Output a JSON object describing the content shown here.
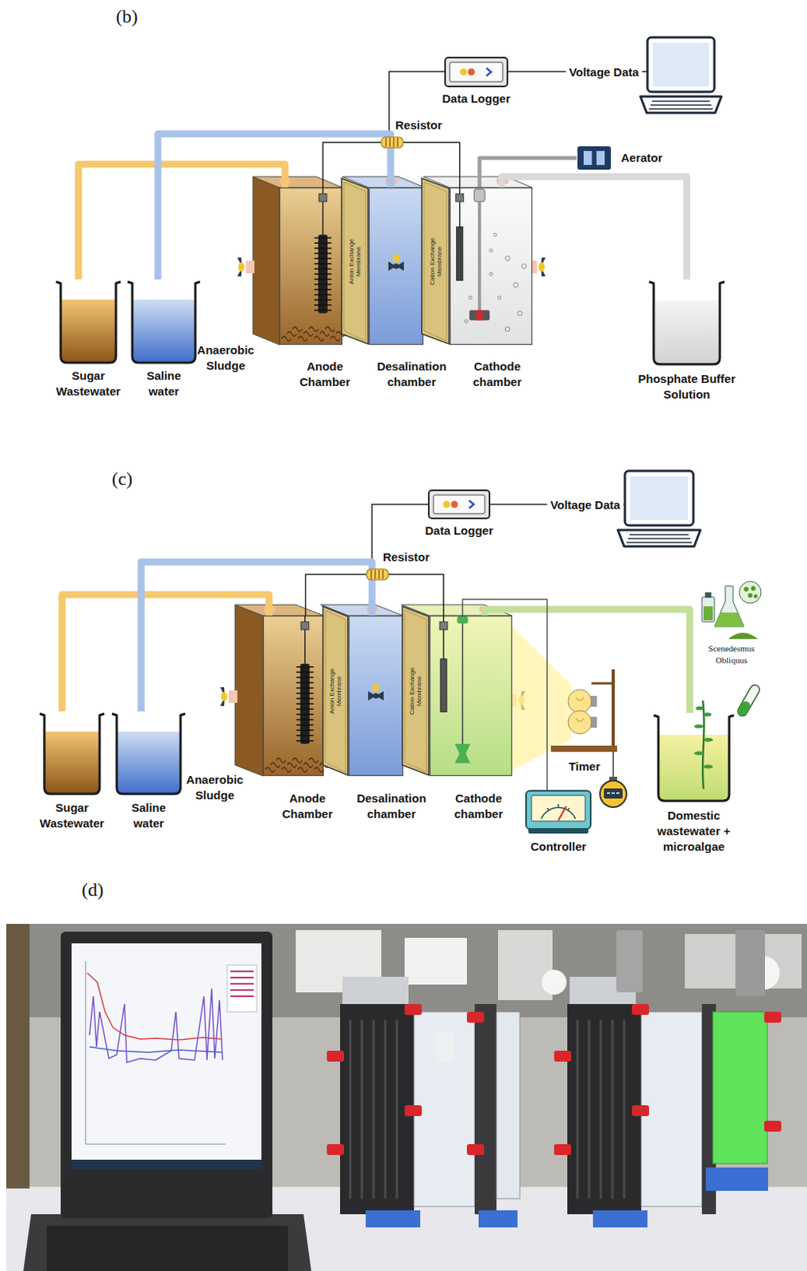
{
  "diagram": {
    "nodes": [
      {
        "text": [
          "Data Logger"
        ]
      },
      {
        "text": [
          "Aerator"
        ]
      },
      {
        "text": [
          "Sugar Wastewater"
        ]
      },
      {
        "text": [
          "Saline water"
        ]
      },
      {
        "text": [
          "Anode Chamber"
        ]
      },
      {
        "text": [
          "Anion Exchange Membrane"
        ]
      },
      {
        "text": [
          "Desalination chamber"
        ]
      },
      {
        "text": [
          "Cation Exchange Membrane"
        ]
      },
      {
        "text": [
          "Cathode chamber"
        ]
      },
      {
        "text": [
          "Phosphate Buffer Solution"
        ]
      },
      {
        "text": [
          "Data Logger"
        ]
      },
      {
        "text": [
          "Sugar Wastewater"
        ]
      },
      {
        "text": [
          "Saline water"
        ]
      },
      {
        "text": [
          "Anode Chamber"
        ]
      },
      {
        "text": [
          "Anion Exchange Membrane"
        ]
      },
      {
        "text": [
          "Desalination chamber"
        ]
      },
      {
        "text": [
          "Cation Exchange Membrane"
        ]
      },
      {
        "text": [
          "Cathode chamber"
        ]
      },
      {
        "text": [
          "Controller"
        ]
      },
      {
        "text": [
          "Domestic wastewater + microalgae"
        ]
      }
    ],
    "edges": [
      {
        "from": 2,
        "to": 4,
        "arrow": "none"
      },
      {
        "from": 3,
        "to": 6,
        "arrow": "none"
      },
      {
        "from": 9,
        "to": 8,
        "arrow": "none"
      },
      {
        "from": 1,
        "to": 8,
        "arrow": "none"
      },
      {
        "from": 4,
        "to": 8,
        "arrow": "none"
      },
      {
        "from": 11,
        "to": 13,
        "arrow": "none"
      },
      {
        "from": 12,
        "to": 15,
        "arrow": "none"
      },
      {
        "from": 19,
        "to": 17,
        "arrow": "none"
      },
      {
        "from": 13,
        "to": 17,
        "arrow": "none"
      },
      {
        "from": 17,
        "to": 18,
        "arrow": "none"
      }
    ],
    "labels": [
      "(b)",
      "Voltage Data",
      "Resistor",
      "Anaerobic Sludge",
      "(c)",
      "Voltage Data",
      "Resistor",
      "Scenedesmus Obliquus",
      "Anaerobic Sludge",
      "Timer",
      "(d)"
    ]
  }
}
